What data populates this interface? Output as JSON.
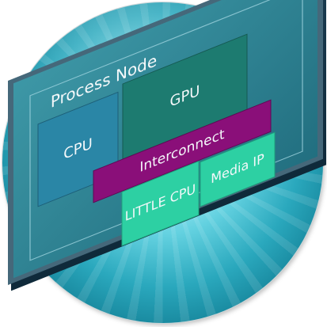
{
  "diagram": {
    "chip_title": "Process Node",
    "blocks": {
      "cpu": "CPU",
      "gpu": "GPU",
      "interconnect": "Interconnect",
      "little_cpu": "LITTLE CPU",
      "media_ip": "Media IP"
    }
  },
  "colors": {
    "background_glow": "#2aa8bd",
    "chip_border": "#3a5a6e",
    "chip_fill": "#2e8293",
    "cpu": "#2986a6",
    "gpu": "#1d7b70",
    "interconnect": "#8a0f79",
    "little_cpu": "#2dd0a3",
    "media_ip": "#2dd0a3"
  }
}
